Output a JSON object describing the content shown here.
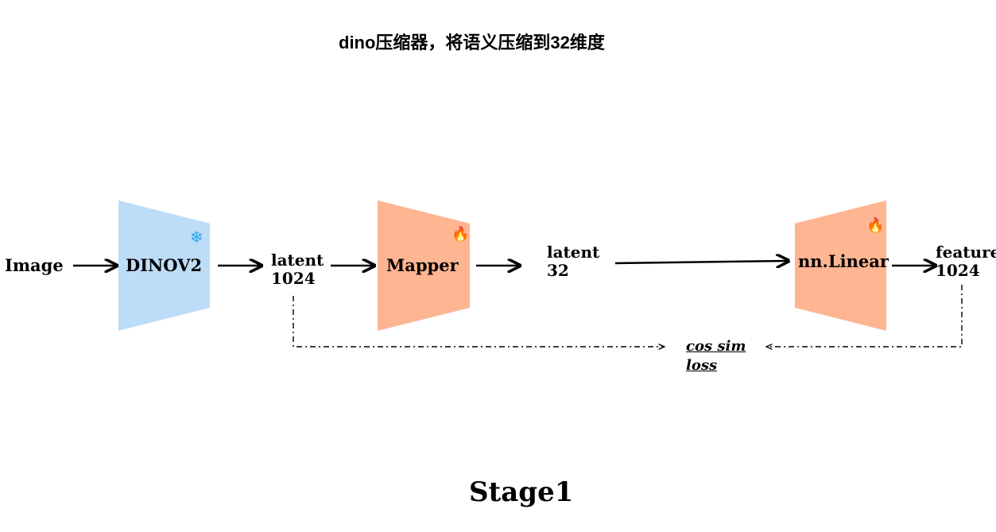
{
  "title": "dino压缩器，将语义压缩到32维度",
  "input_label": "Image",
  "blocks": {
    "dino": {
      "label": "DINOV2",
      "state_icon": "snowflake-icon",
      "color": "#bddcf8"
    },
    "mapper": {
      "label": "Mapper",
      "state_icon": "fire-icon",
      "color": "#fdb592"
    },
    "linear": {
      "label": "nn.Linear",
      "state_icon": "fire-icon",
      "color": "#fdb592"
    }
  },
  "nodes": {
    "latent_1024": {
      "line1": "latent",
      "line2": "1024"
    },
    "latent_32": {
      "line1": "latent",
      "line2": "32"
    },
    "feature_1024": {
      "line1": "feature",
      "line2": "1024"
    }
  },
  "loss": {
    "line1": "cos sim",
    "line2": "loss"
  },
  "stage": "Stage1",
  "icons": {
    "snowflake": "❄",
    "fire": "🔥"
  },
  "colors": {
    "snowflake": "#2aa3e8",
    "fire": "#f07a1a",
    "arrow": "#000000"
  }
}
